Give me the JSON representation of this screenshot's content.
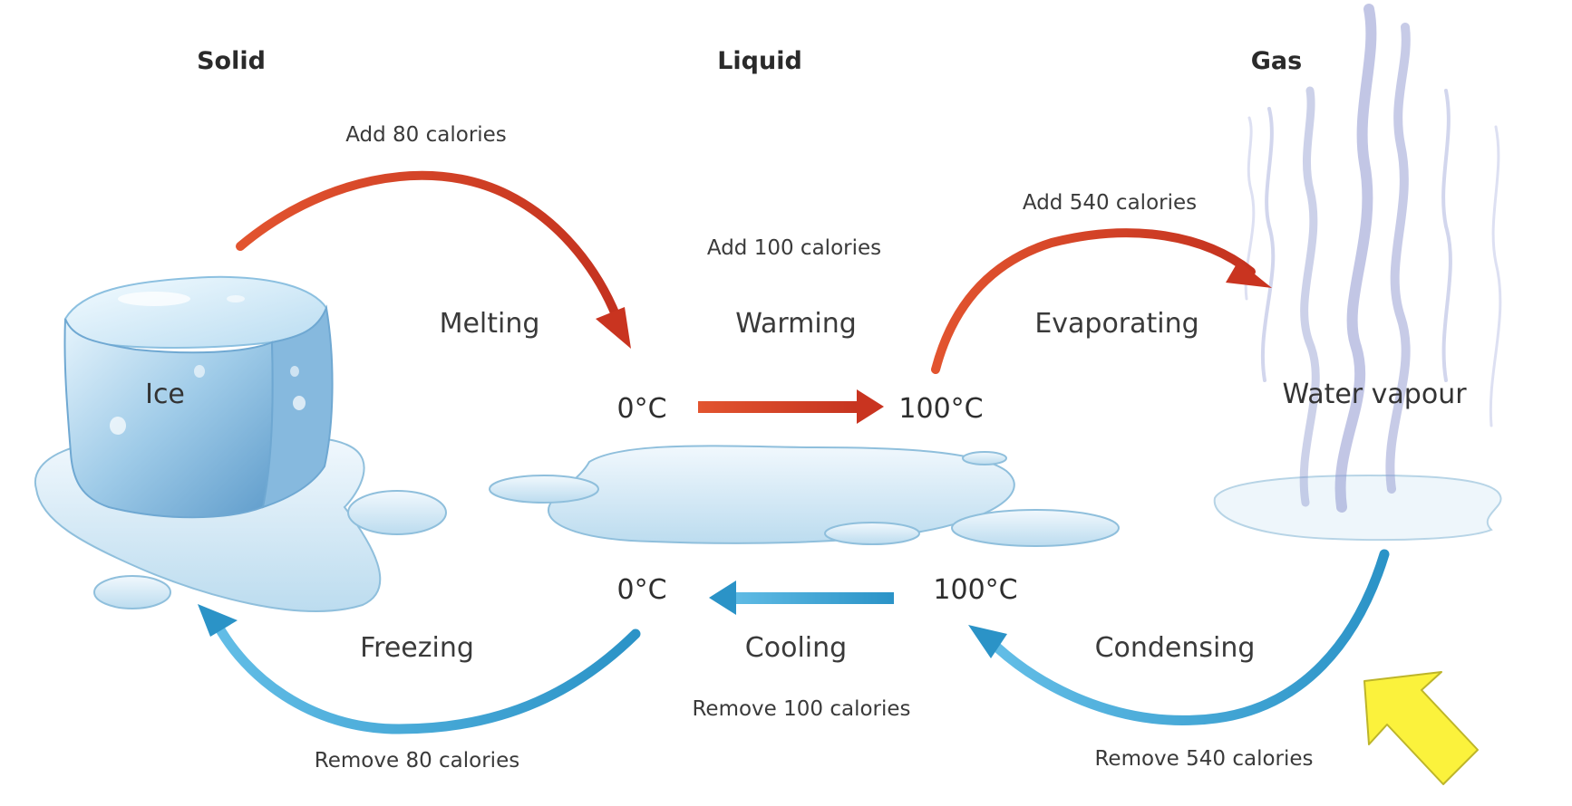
{
  "states": {
    "solid": "Solid",
    "liquid": "Liquid",
    "gas": "Gas"
  },
  "objects": {
    "ice": "Ice",
    "vapour": "Water vapour"
  },
  "temps": {
    "top_left": "0°C",
    "top_right": "100°C",
    "bottom_left": "0°C",
    "bottom_right": "100°C"
  },
  "processes": {
    "melting": {
      "label": "Melting",
      "calories": "Add 80 calories"
    },
    "warming": {
      "label": "Warming",
      "calories": "Add 100 calories"
    },
    "evaporating": {
      "label": "Evaporating",
      "calories": "Add 540 calories"
    },
    "freezing": {
      "label": "Freezing",
      "calories": "Remove 80 calories"
    },
    "cooling": {
      "label": "Cooling",
      "calories": "Remove 100 calories"
    },
    "condensing": {
      "label": "Condensing",
      "calories": "Remove 540 calories"
    }
  },
  "colors": {
    "heat_arrow": "#d8412a",
    "cool_arrow": "#3aa6d6",
    "water": "#cfe6f4",
    "vapour": "#8f98cf",
    "pointer": "#fbf23c"
  }
}
